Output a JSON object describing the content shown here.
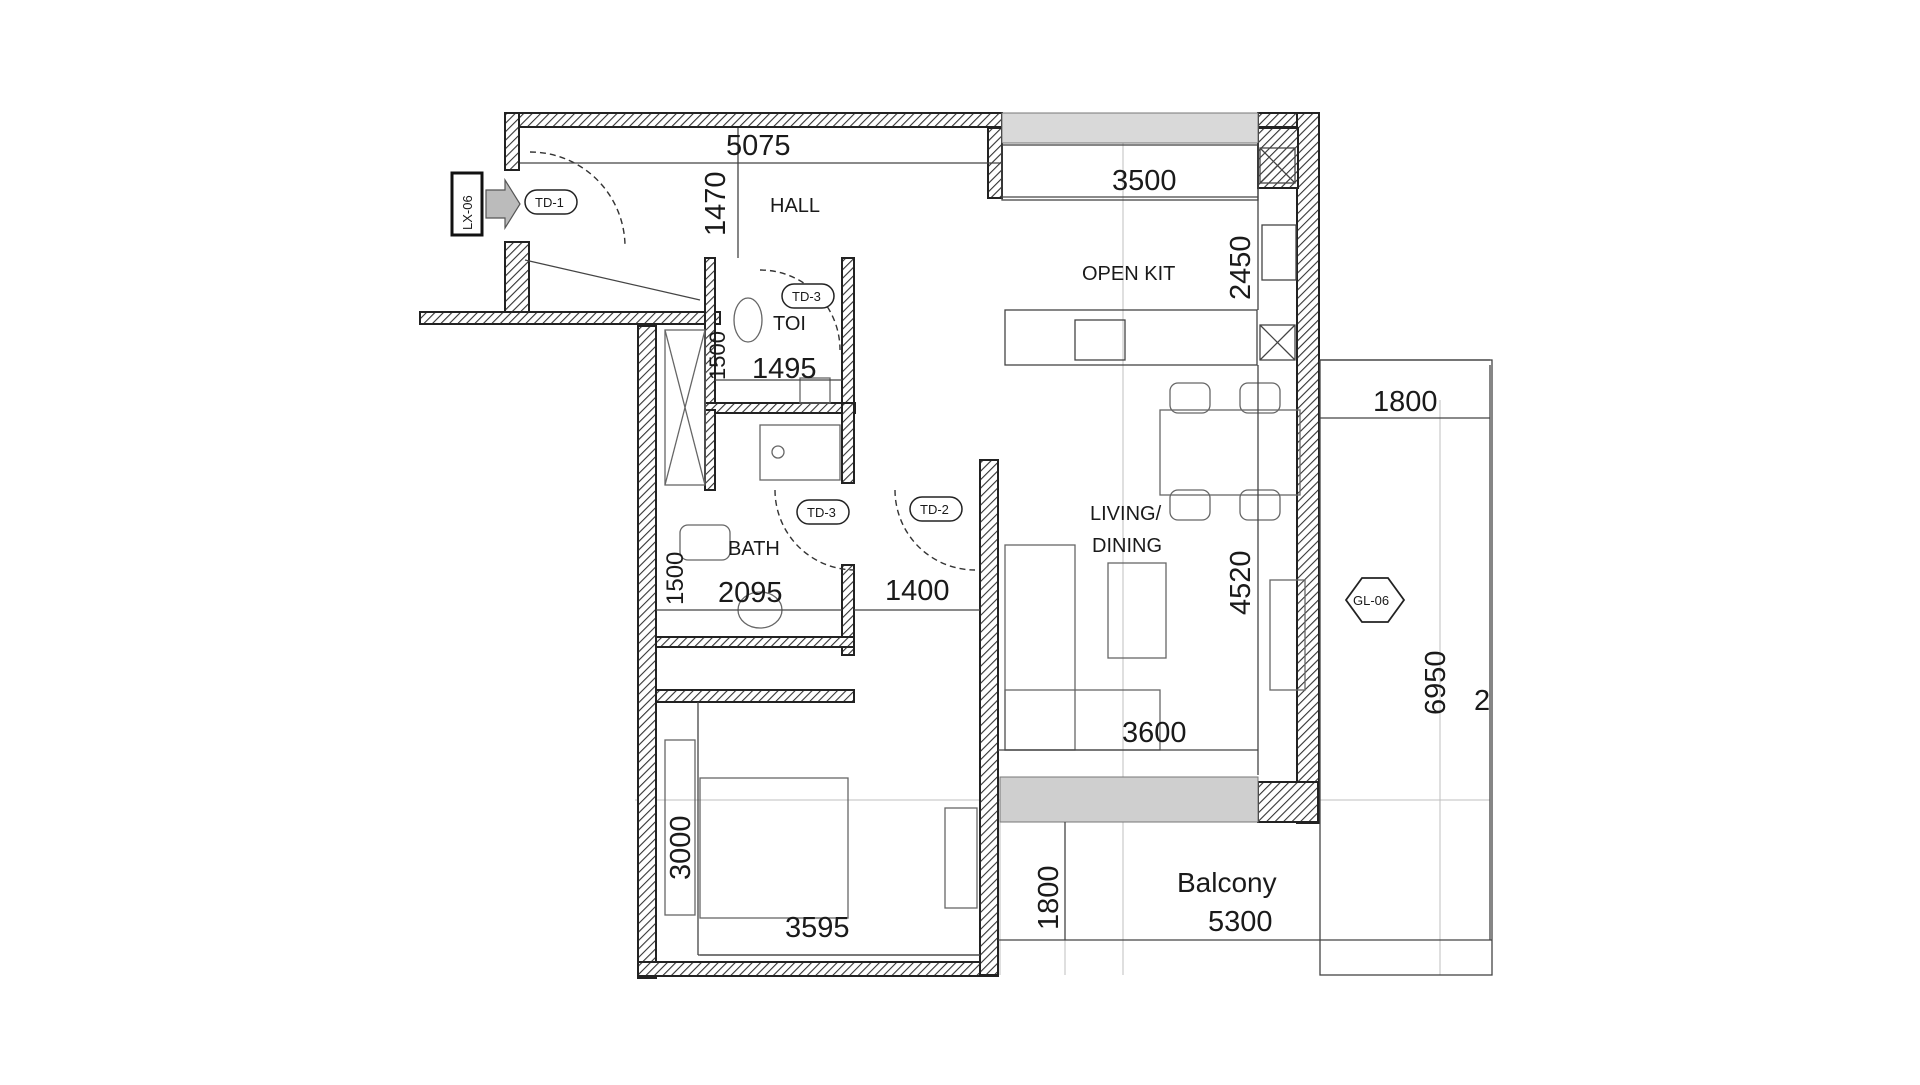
{
  "rooms": {
    "hall": "HALL",
    "open_kit": "OPEN KIT",
    "toi": "TOI",
    "bath": "BATH",
    "living_line1": "LIVING/",
    "living_line2": "DINING",
    "balcony": "Balcony"
  },
  "dimensions": {
    "d5075": "5075",
    "d1470": "1470",
    "d3500": "3500",
    "d2450": "2450",
    "d1495": "1495",
    "d1500_toi": "1500",
    "d1800_top": "1800",
    "d4520": "4520",
    "d6950": "6950",
    "d2_partial": "2",
    "d1500_bath": "1500",
    "d2095": "2095",
    "d1400": "1400",
    "d3600": "3600",
    "d3000": "3000",
    "d3595": "3595",
    "d1800_balcony": "1800",
    "d5300": "5300"
  },
  "tags": {
    "lx": "LX-06",
    "td1": "TD-1",
    "td3_toi": "TD-3",
    "td3_bath": "TD-3",
    "td2": "TD-2",
    "gl06": "GL-06"
  }
}
